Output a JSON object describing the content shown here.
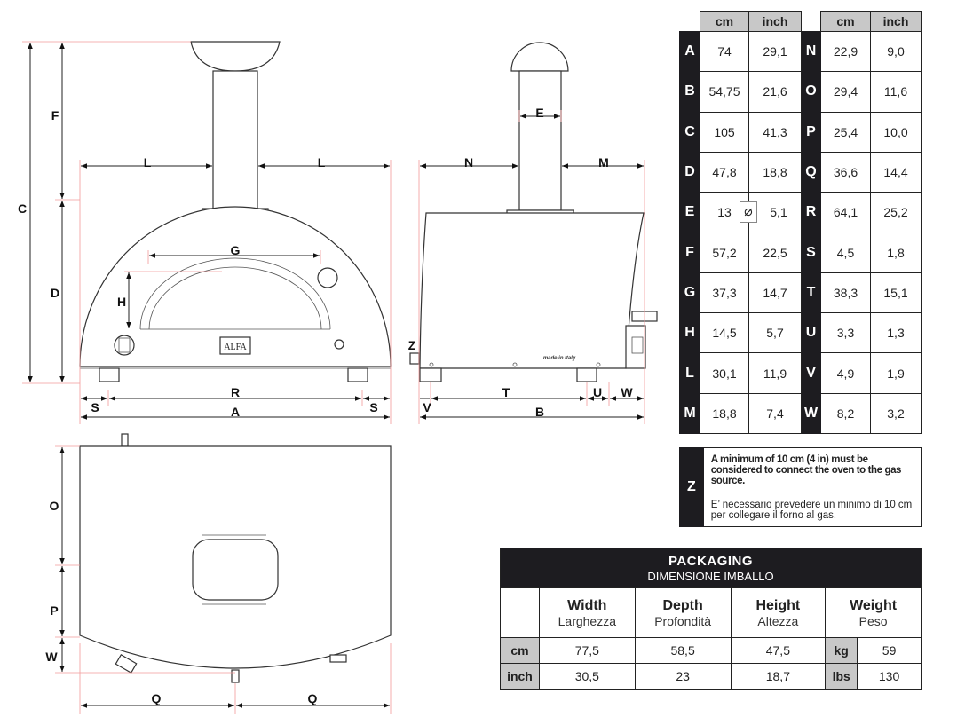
{
  "drawing": {
    "front": {
      "C": "C",
      "F": "F",
      "D": "D",
      "L1": "L",
      "L2": "L",
      "G": "G",
      "H": "H",
      "R": "R",
      "S1": "S",
      "S2": "S",
      "A": "A",
      "badge": "ALFA"
    },
    "side": {
      "E": "E",
      "N": "N",
      "M": "M",
      "Z": "Z",
      "V": "V",
      "T": "T",
      "U": "U",
      "W": "W",
      "B": "B",
      "stamp": "made in Italy"
    },
    "top": {
      "O": "O",
      "P": "P",
      "W": "W",
      "Q1": "Q",
      "Q2": "Q"
    }
  },
  "dimensions": {
    "headers": {
      "cm": "cm",
      "inch": "inch"
    },
    "diameter_symbol": "⌀",
    "rows": [
      {
        "left": {
          "letter": "A",
          "cm": "74",
          "inch": "29,1"
        },
        "right": {
          "letter": "N",
          "cm": "22,9",
          "inch": "9,0"
        }
      },
      {
        "left": {
          "letter": "B",
          "cm": "54,75",
          "inch": "21,6"
        },
        "right": {
          "letter": "O",
          "cm": "29,4",
          "inch": "11,6"
        }
      },
      {
        "left": {
          "letter": "C",
          "cm": "105",
          "inch": "41,3"
        },
        "right": {
          "letter": "P",
          "cm": "25,4",
          "inch": "10,0"
        }
      },
      {
        "left": {
          "letter": "D",
          "cm": "47,8",
          "inch": "18,8"
        },
        "right": {
          "letter": "Q",
          "cm": "36,6",
          "inch": "14,4"
        }
      },
      {
        "left": {
          "letter": "E",
          "cm": "13",
          "inch": "5,1"
        },
        "right": {
          "letter": "R",
          "cm": "64,1",
          "inch": "25,2"
        }
      },
      {
        "left": {
          "letter": "F",
          "cm": "57,2",
          "inch": "22,5"
        },
        "right": {
          "letter": "S",
          "cm": "4,5",
          "inch": "1,8"
        }
      },
      {
        "left": {
          "letter": "G",
          "cm": "37,3",
          "inch": "14,7"
        },
        "right": {
          "letter": "T",
          "cm": "38,3",
          "inch": "15,1"
        }
      },
      {
        "left": {
          "letter": "H",
          "cm": "14,5",
          "inch": "5,7"
        },
        "right": {
          "letter": "U",
          "cm": "3,3",
          "inch": "1,3"
        }
      },
      {
        "left": {
          "letter": "L",
          "cm": "30,1",
          "inch": "11,9"
        },
        "right": {
          "letter": "V",
          "cm": "4,9",
          "inch": "1,9"
        }
      },
      {
        "left": {
          "letter": "M",
          "cm": "18,8",
          "inch": "7,4"
        },
        "right": {
          "letter": "W",
          "cm": "8,2",
          "inch": "3,2"
        }
      }
    ]
  },
  "note_z": {
    "letter": "Z",
    "en": "A minimum of 10 cm (4 in) must be considered to connect the oven to the gas source.",
    "it": "E’ necessario prevedere un minimo di 10 cm per collegare il forno al gas."
  },
  "packaging": {
    "title": "PACKAGING",
    "subtitle": "DIMENSIONE IMBALLO",
    "columns": [
      {
        "en": "Width",
        "it": "Larghezza"
      },
      {
        "en": "Depth",
        "it": "Profondità"
      },
      {
        "en": "Height",
        "it": "Altezza"
      },
      {
        "en": "Weight",
        "it": "Peso"
      }
    ],
    "rows": [
      {
        "unit": "cm",
        "width": "77,5",
        "depth": "58,5",
        "height": "47,5",
        "weight_unit": "kg",
        "weight": "59"
      },
      {
        "unit": "inch",
        "width": "30,5",
        "depth": "23",
        "height": "18,7",
        "weight_unit": "lbs",
        "weight": "130"
      }
    ]
  }
}
